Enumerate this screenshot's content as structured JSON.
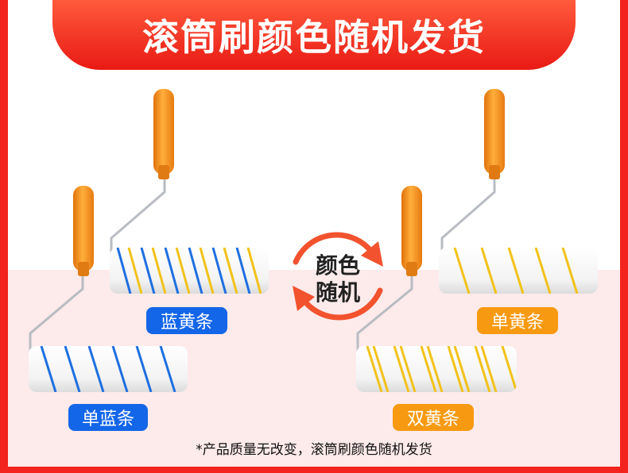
{
  "banner": {
    "title": "滚筒刷颜色随机发货"
  },
  "swap": {
    "line1": "颜色",
    "line2": "随机"
  },
  "labels": {
    "blue_yellow": "蓝黄条",
    "single_blue": "单蓝条",
    "single_yellow": "单黄条",
    "double_yellow": "双黄条"
  },
  "footnote": "*产品质量无改变，滚筒刷颜色随机发货",
  "colors": {
    "frame_red": "#f3231d",
    "badge_blue": "#1466e8",
    "badge_orange": "#f79a12",
    "handle_orange": "#f7941d",
    "stripe_blue": "#1f6fe0",
    "stripe_yellow": "#f2c21a"
  }
}
